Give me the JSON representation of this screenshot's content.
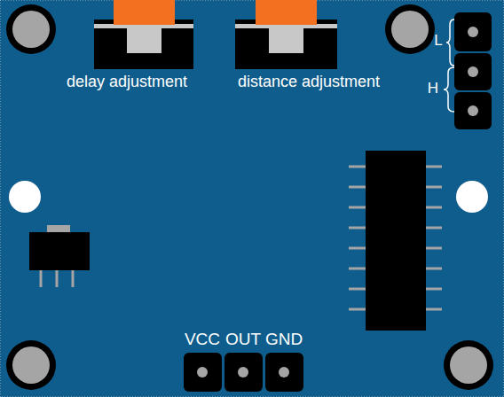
{
  "diagram": {
    "labels": [
      "delay adjustment",
      "distance adjustment",
      "L",
      "H",
      "VCC",
      "OUT",
      "GND"
    ]
  }
}
